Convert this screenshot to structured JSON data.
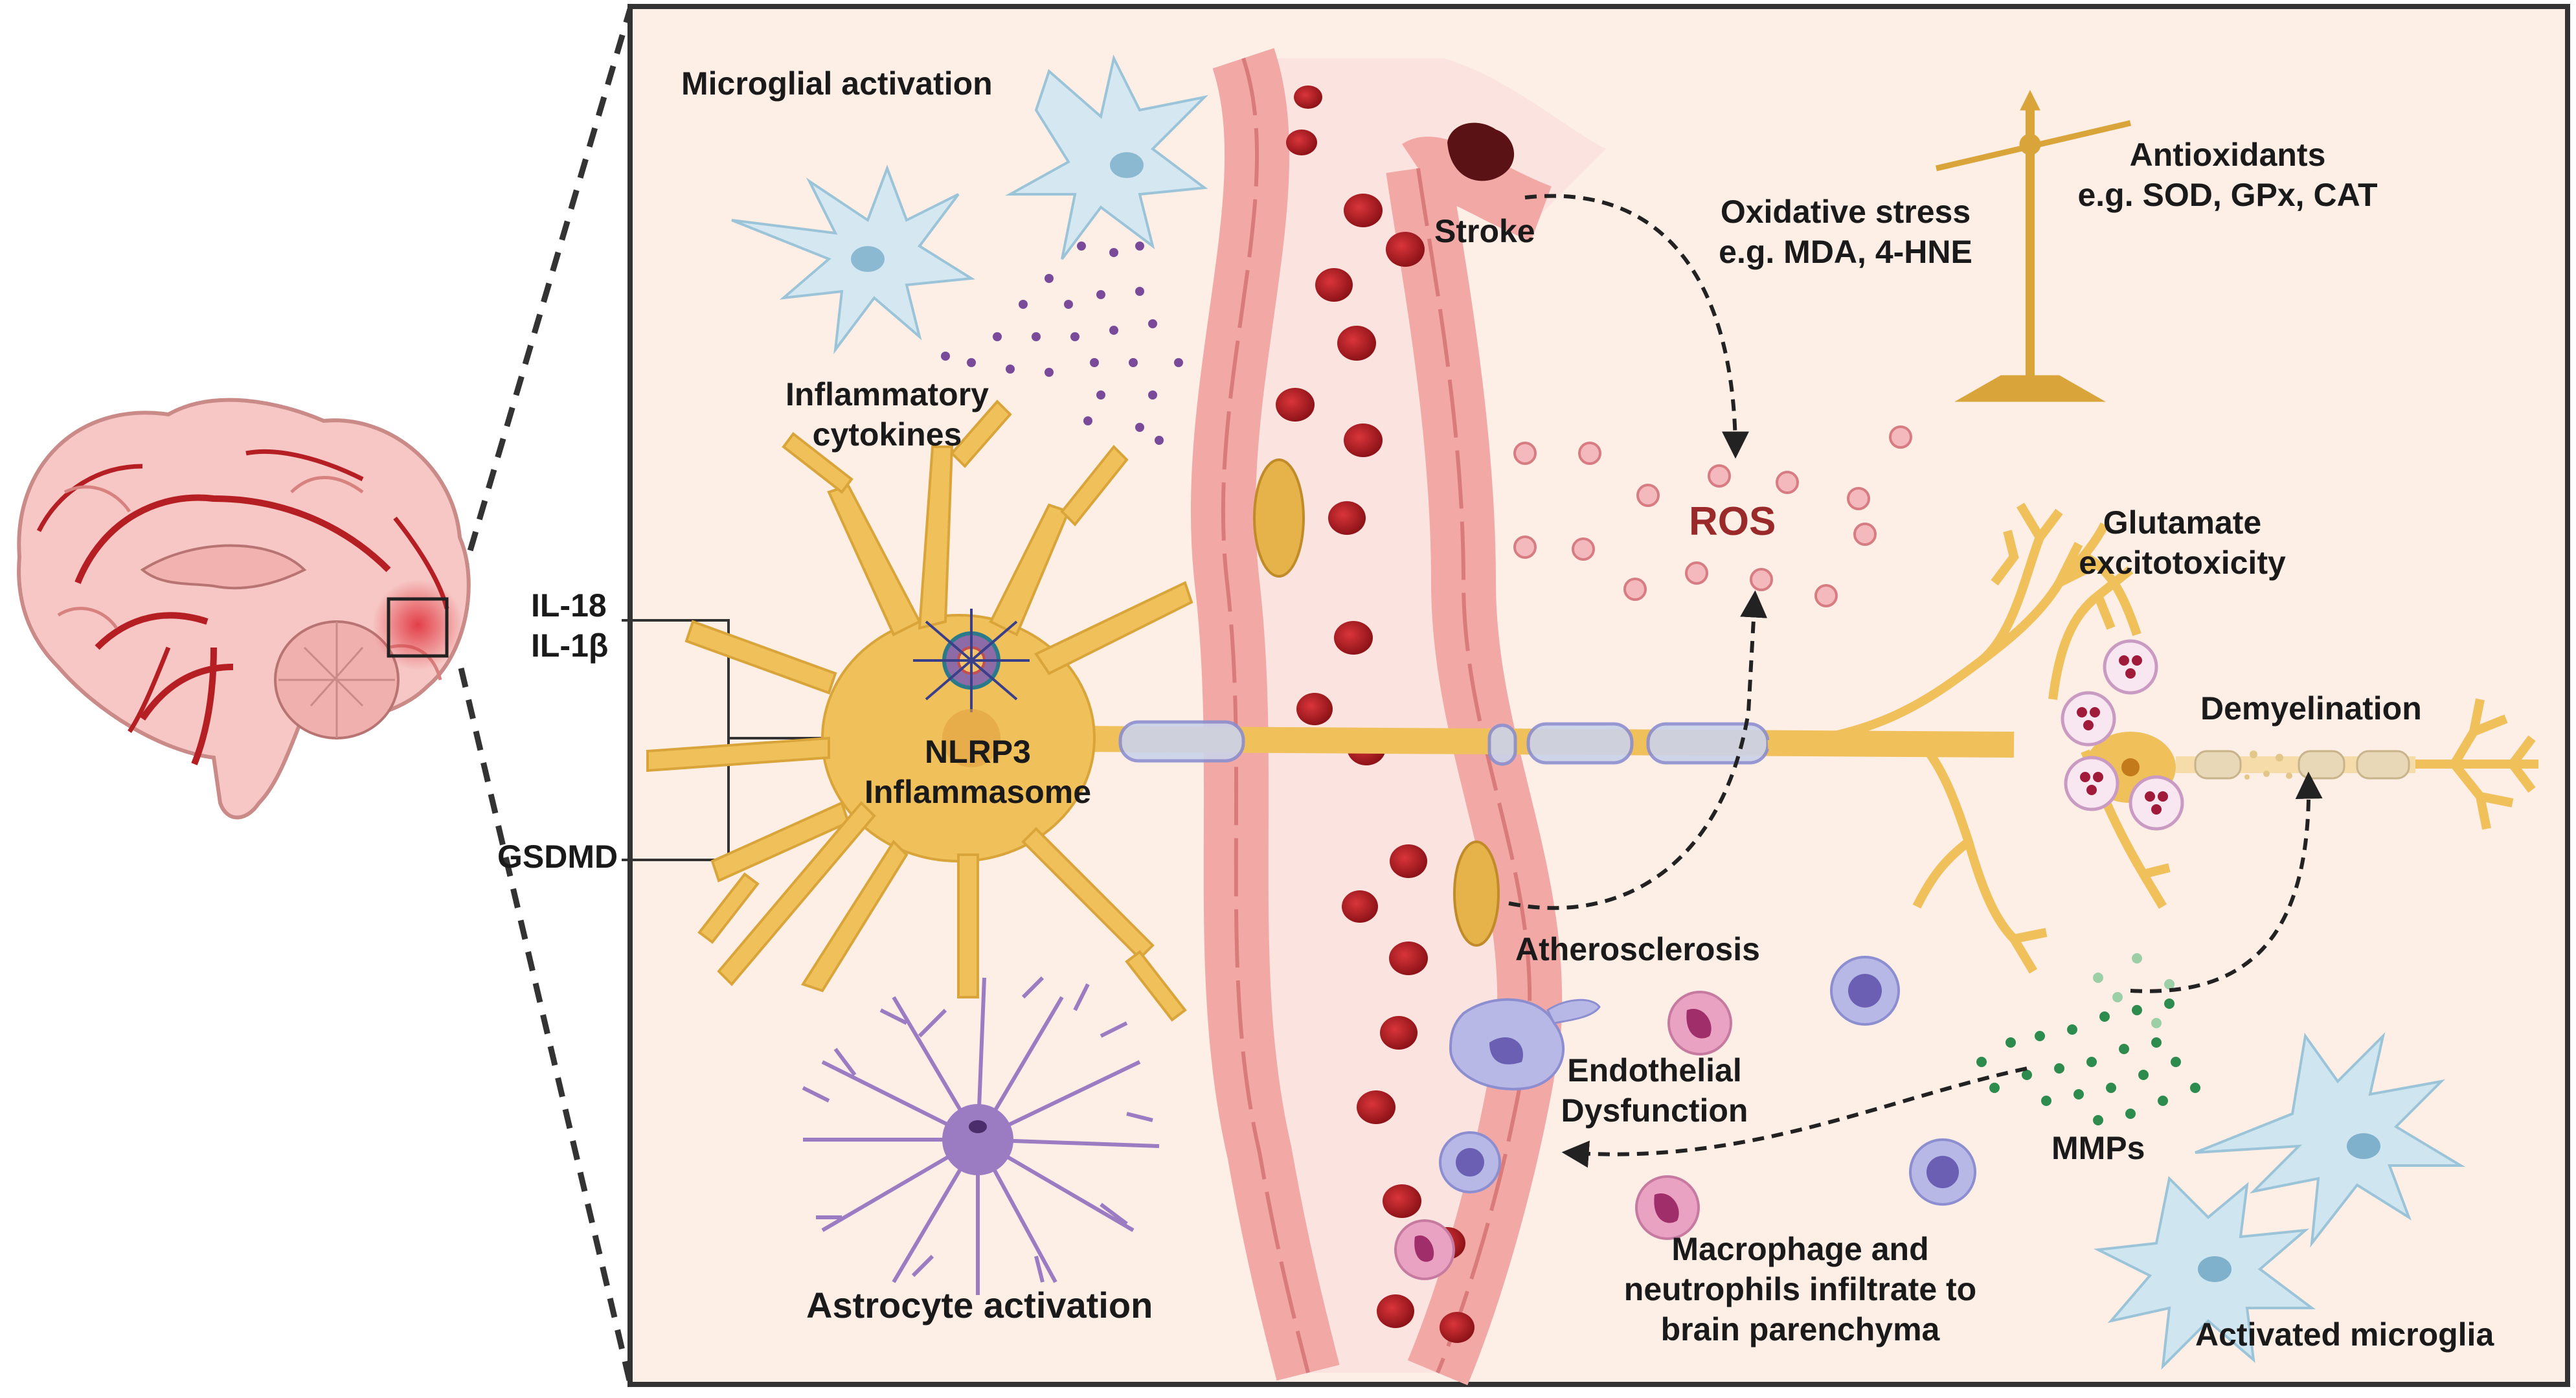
{
  "labels": {
    "il18": "IL-18",
    "il1b": "IL-1β",
    "gsdmd": "GSDMD",
    "microglial_activation": "Microglial activation",
    "inflammatory_cytokines": [
      "Inflammatory",
      "cytokines"
    ],
    "nlrp3": [
      "NLRP3",
      "Inflammasome"
    ],
    "astrocyte_activation": "Astrocyte activation",
    "stroke": "Stroke",
    "oxidative_stress": [
      "Oxidative stress",
      "e.g. MDA, 4-HNE"
    ],
    "antioxidants": [
      "Antioxidants",
      "e.g. SOD, GPx, CAT"
    ],
    "ros": "ROS",
    "glutamate": [
      "Glutamate",
      "excitotoxicity"
    ],
    "demyelination": "Demyelination",
    "atherosclerosis": "Atherosclerosis",
    "endothelial": [
      "Endothelial",
      "Dysfunction"
    ],
    "mmps": "MMPs",
    "macrophage": [
      "Macrophage and",
      "neutrophils infiltrate to",
      "brain parenchyma"
    ],
    "activated_microglia": "Activated microglia"
  },
  "colors": {
    "background_panel": "#fdeee6",
    "vessel_wall": "#f2a9a6",
    "vessel_lumen": "#fbe3e0",
    "rbc": "#b51f24",
    "astrocyte": "#f0c05a",
    "microglia": "#cfe6f0",
    "astrocyte_activated": "#9b7bc2",
    "ros_dot": "#f4b9bd",
    "mmp_dot": "#2e8b4e",
    "scale": "#d9a53a"
  }
}
